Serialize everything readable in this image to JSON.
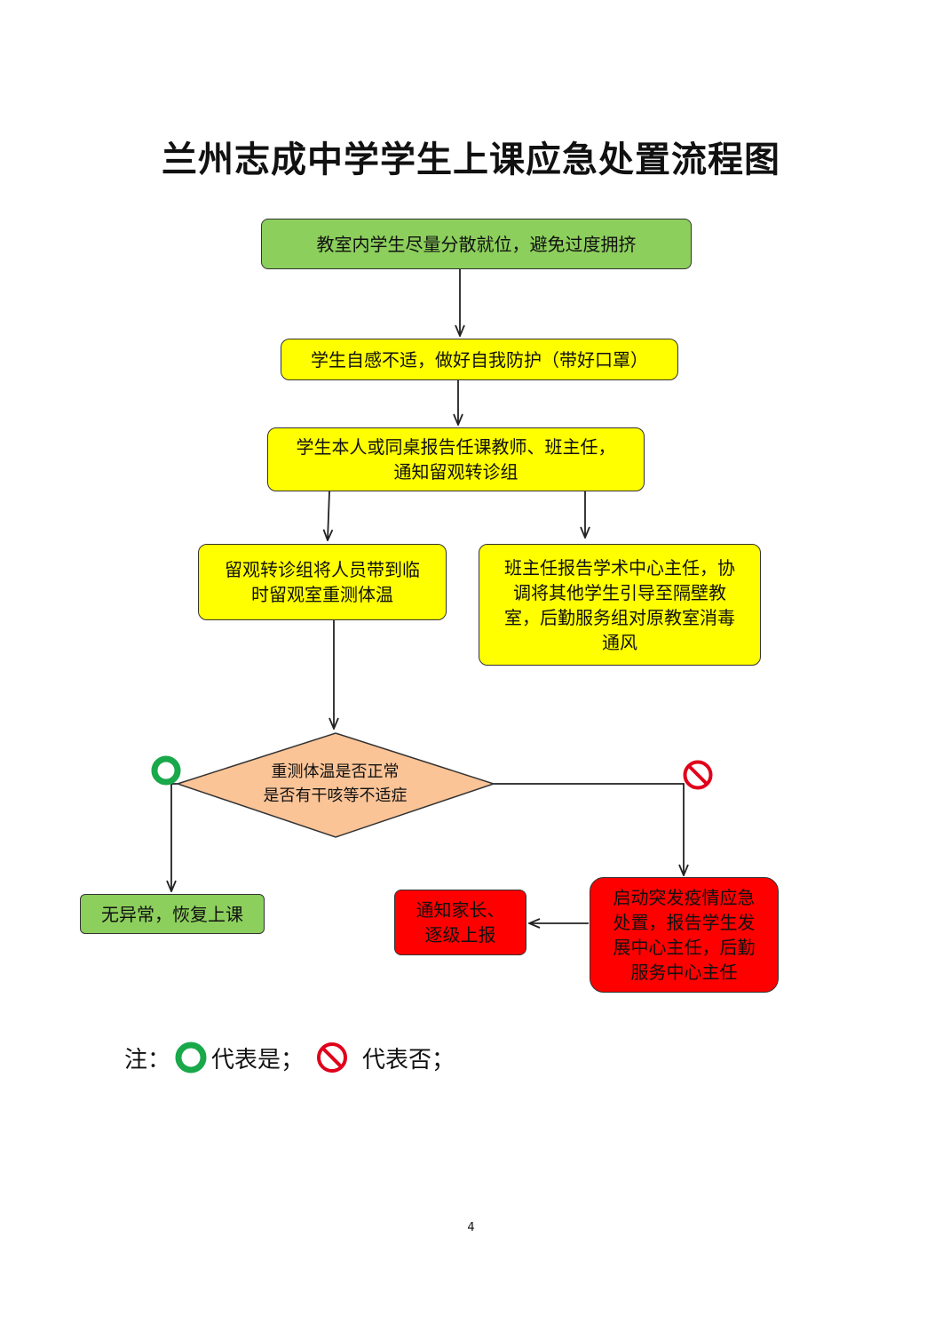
{
  "title": "兰州志成中学学生上课应急处置流程图",
  "nodes": {
    "step1": "教室内学生尽量分散就位，避免过度拥挤",
    "step2": "学生自感不适，做好自我防护（带好口罩）",
    "step3": "学生本人或同桌报告任课教师、班主任，\n通知留观转诊组",
    "step4_left": "留观转诊组将人员带到临\n时留观室重测体温",
    "step4_right": "班主任报告学术中心主任，协\n调将其他学生引导至隔壁教\n室，后勤服务组对原教室消毒\n通风",
    "decision": "重测体温是否正常\n是否有干咳等不适症",
    "normal_outcome": "无异常，恢复上课",
    "emergency": "启动突发疫情应急\n处置，报告学生发\n展中心主任，后勤\n服务中心主任",
    "notify": "通知家长、\n逐级上报"
  },
  "legend": {
    "prefix": "注：",
    "yes_text": "代表是；",
    "no_text": "代表否；"
  },
  "icons": {
    "yes": "green-ring-icon",
    "no": "red-prohibited-icon"
  },
  "colors": {
    "green_box": "#8ccf5c",
    "yellow_box": "#ffff00",
    "red_box": "#ff0000",
    "decision": "#fbc497",
    "yes_icon": "#19a84a",
    "no_icon": "#e0001b"
  },
  "page_number": "4"
}
